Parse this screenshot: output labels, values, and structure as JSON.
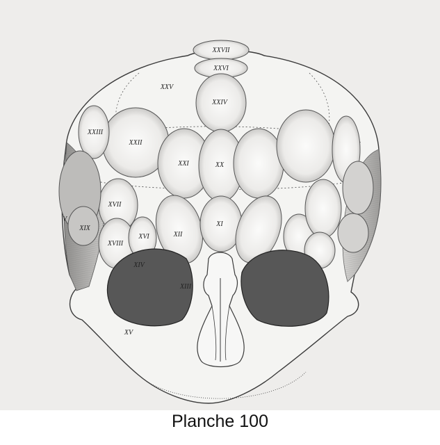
{
  "caption": "Planche 100",
  "labels": {
    "xxvii": "XXVII",
    "xxvi": "XXVI",
    "xxv": "XXV",
    "xxiv": "XXIV",
    "xxiii": "XXIII",
    "xxii": "XXII",
    "xxi": "XXI",
    "xx": "XX",
    "xvii": "XVII",
    "v": "V",
    "xix": "XIX",
    "xviii": "XVIII",
    "xvi": "XVI",
    "xii": "XII",
    "xi": "XI",
    "xiv": "XIV",
    "xiii": "XIII",
    "xv": "XV"
  },
  "colors": {
    "paper": "#eeedeb",
    "ink": "#3a3a3a",
    "orbit": "#575757",
    "lobe_fill": "#f3f3f2"
  }
}
